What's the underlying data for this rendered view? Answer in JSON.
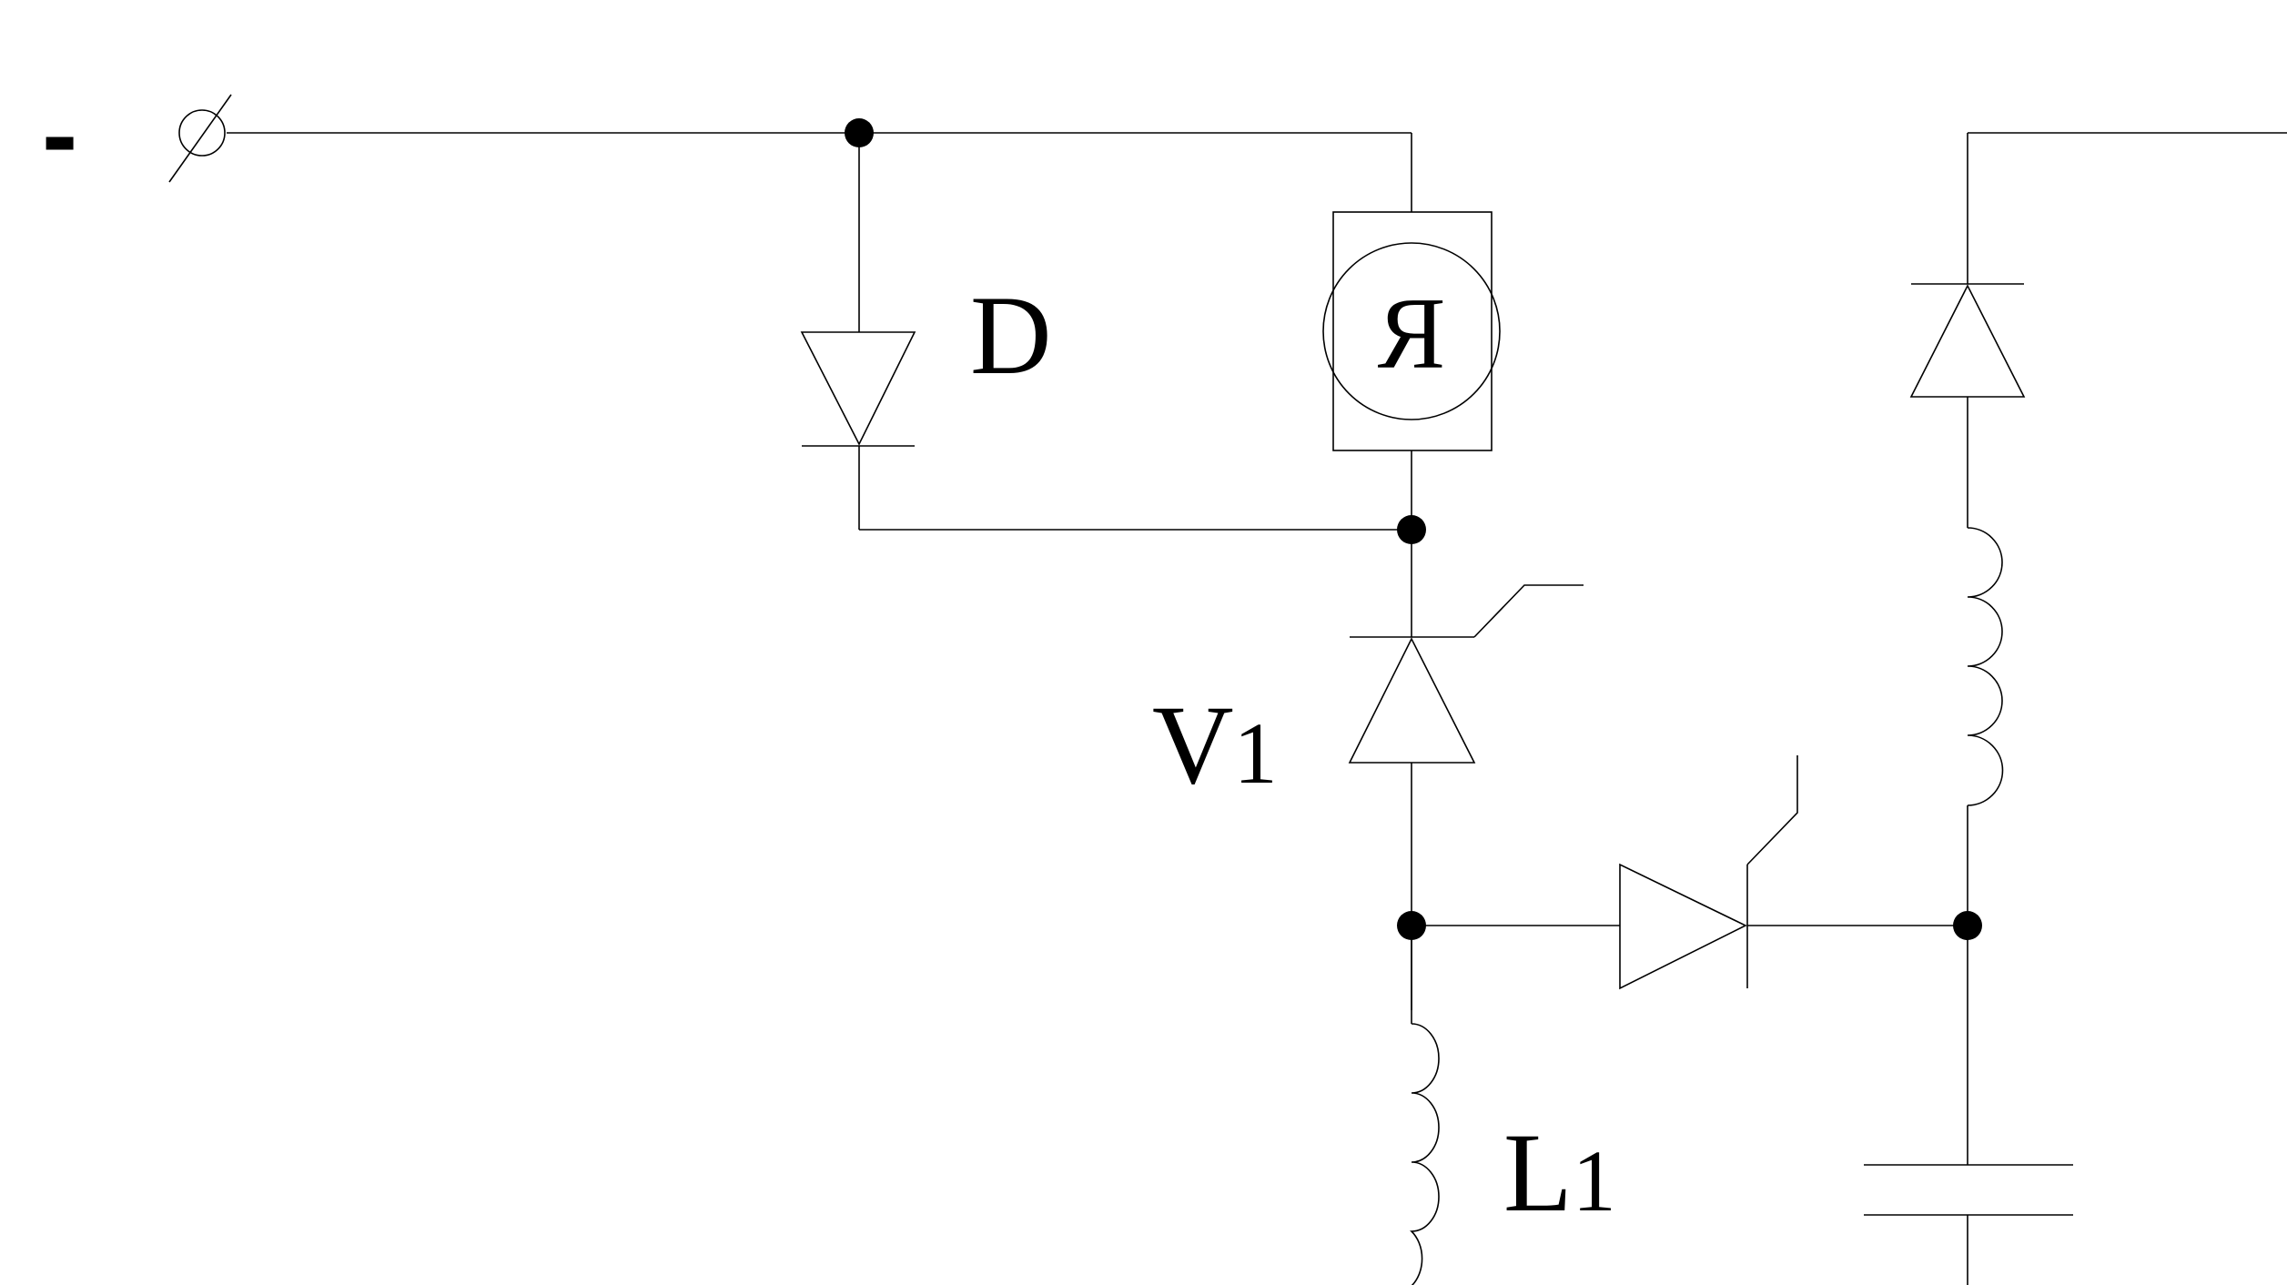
{
  "labels": {
    "terminal": "-",
    "diode": "D",
    "motor": "Я",
    "thyristor_letter": "V",
    "thyristor_index": "1",
    "inductor_letter": "L",
    "inductor_index": "1"
  },
  "colors": {
    "ink": "#000000",
    "background": "#ffffff"
  }
}
